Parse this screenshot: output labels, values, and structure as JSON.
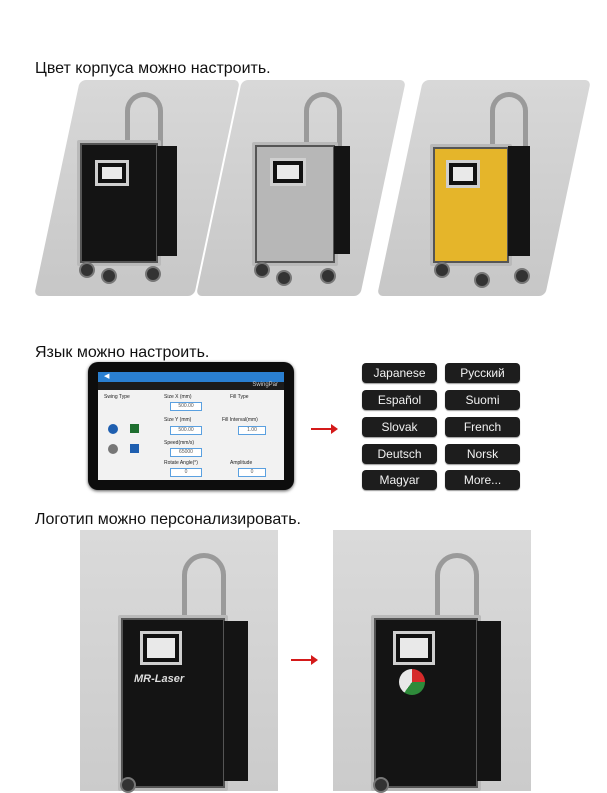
{
  "sections": {
    "color": {
      "heading": "Цвет корпуса можно настроить."
    },
    "language": {
      "heading": "Язык можно настроить."
    },
    "logo": {
      "heading": "Логотип можно персонализировать."
    }
  },
  "variants": {
    "colors": [
      "#141414",
      "#b7b7b7",
      "#e5b52a"
    ]
  },
  "tablet": {
    "title": "SwingPar",
    "labels": [
      "Swing Type",
      "Size X (mm)",
      "Fill Type",
      "Size Y (mm)",
      "Fill Interval(mm)",
      "Speed(mm/s)",
      "Rotate Angle(°)",
      "Amplitude"
    ],
    "values": [
      "500.00",
      "500.00",
      "1.00",
      "65000",
      "0",
      "0"
    ]
  },
  "languages": [
    "Japanese",
    "Русский",
    "Español",
    "Suomi",
    "Slovak",
    "French",
    "Deutsch",
    "Norsk",
    "Magyar",
    "More..."
  ],
  "logo_example": {
    "text": "MR-Laser"
  }
}
